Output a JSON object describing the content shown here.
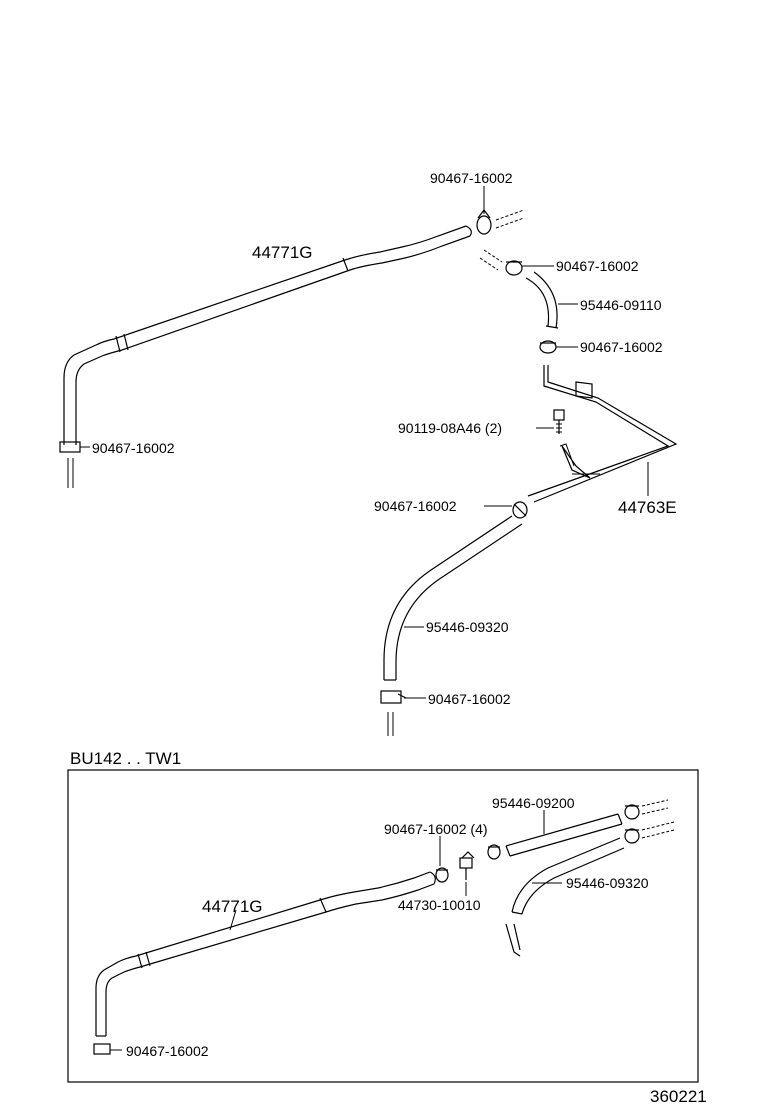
{
  "labels": {
    "top_clamp": "90467-16002",
    "hose_main": "44771G",
    "clamp_right_1": "90467-16002",
    "hose_small": "95446-09110",
    "clamp_right_2": "90467-16002",
    "bolt": "90119-08A46 (2)",
    "clamp_left_bottom": "90467-16002",
    "clamp_mid": "90467-16002",
    "pipe": "44763E",
    "hose_long": "95446-09320",
    "clamp_bottom": "90467-16002",
    "variant_title": "BU142 . . TW1",
    "box_hose_top": "95446-09200",
    "box_clamp_4": "90467-16002 (4)",
    "box_valve": "44730-10010",
    "box_hose_main": "44771G",
    "box_hose_right": "95446-09320",
    "box_clamp_bottom": "90467-16002",
    "diagram_number": "360221"
  }
}
